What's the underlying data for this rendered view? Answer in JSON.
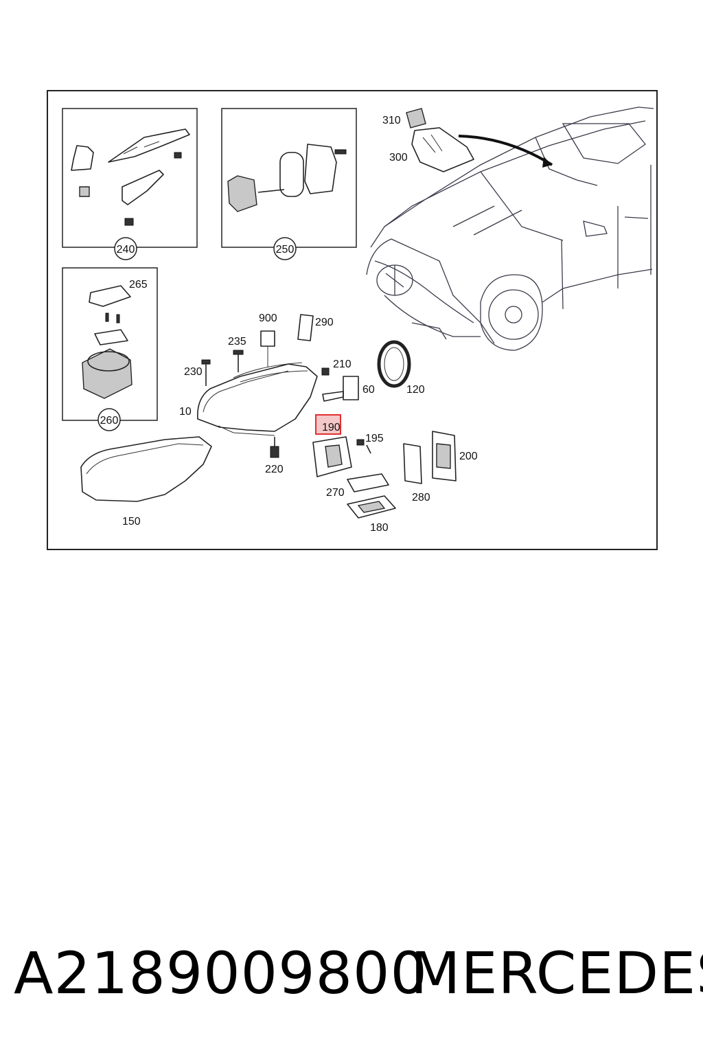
{
  "diagram": {
    "callouts": {
      "c240": "240",
      "c250": "250",
      "c265": "265",
      "c260": "260",
      "c310": "310",
      "c300": "300",
      "c900": "900",
      "c290": "290",
      "c235": "235",
      "c230": "230",
      "c210": "210",
      "c60": "60",
      "c120": "120",
      "c10": "10",
      "c190": "190",
      "c195": "195",
      "c200": "200",
      "c220": "220",
      "c270": "270",
      "c280": "280",
      "c150": "150",
      "c180": "180"
    },
    "highlight_color": "#e03030"
  },
  "footer": {
    "part_number": "A2189009800",
    "brand": "MERCEDES"
  }
}
